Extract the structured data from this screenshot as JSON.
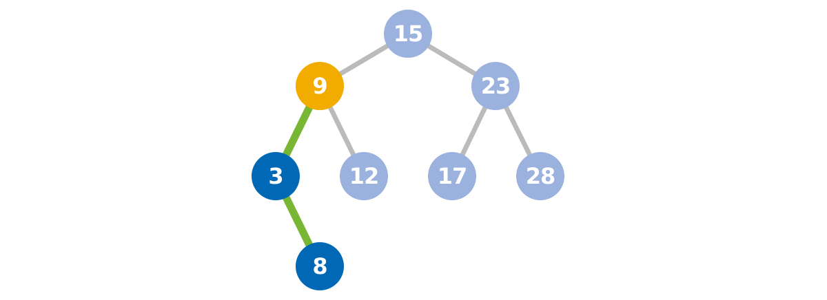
{
  "colors": {
    "default_node": "#9ab2dd",
    "highlight_node": "#f2ac00",
    "path_node": "#0068b4",
    "default_edge": "#bbbbbb",
    "path_edge": "#78b634",
    "label": "#ffffff"
  },
  "tree": {
    "nodes": [
      {
        "id": "n15",
        "label": "15",
        "state": "default"
      },
      {
        "id": "n9",
        "label": "9",
        "state": "highlight"
      },
      {
        "id": "n23",
        "label": "23",
        "state": "default"
      },
      {
        "id": "n3",
        "label": "3",
        "state": "path"
      },
      {
        "id": "n12",
        "label": "12",
        "state": "default"
      },
      {
        "id": "n17",
        "label": "17",
        "state": "default"
      },
      {
        "id": "n28",
        "label": "28",
        "state": "default"
      },
      {
        "id": "n8",
        "label": "8",
        "state": "path"
      }
    ],
    "edges": [
      {
        "from": "n15",
        "to": "n9",
        "state": "default"
      },
      {
        "from": "n15",
        "to": "n23",
        "state": "default"
      },
      {
        "from": "n9",
        "to": "n3",
        "state": "path"
      },
      {
        "from": "n9",
        "to": "n12",
        "state": "default"
      },
      {
        "from": "n23",
        "to": "n17",
        "state": "default"
      },
      {
        "from": "n23",
        "to": "n28",
        "state": "default"
      },
      {
        "from": "n3",
        "to": "n8",
        "state": "path"
      }
    ]
  }
}
